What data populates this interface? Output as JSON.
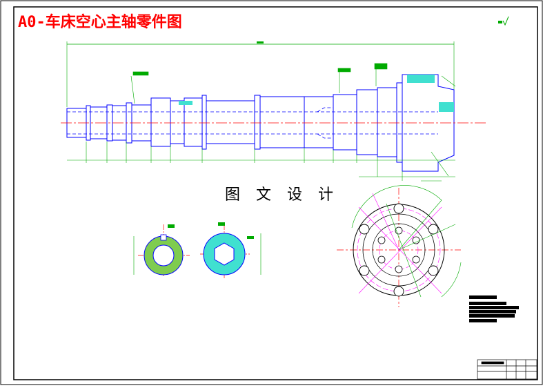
{
  "drawing": {
    "title": "A0-车床空心主轴零件图",
    "watermark": "图 文 设 计"
  },
  "colors": {
    "frame": "#000000",
    "part_outline": "#0000ff",
    "dimension": "#00aa00",
    "center_line": "#ff0000",
    "section_hatch": "#40e0d0",
    "hatch_green": "#7fcc4f",
    "title": "#ff0000",
    "aux_lines": "#ff00ff"
  },
  "views": [
    {
      "name": "main-shaft-view",
      "description_visible": false
    },
    {
      "name": "section-keyway-left"
    },
    {
      "name": "section-spline-right"
    },
    {
      "name": "flange-end-view"
    }
  ],
  "icons": [
    "roughness-symbol"
  ]
}
